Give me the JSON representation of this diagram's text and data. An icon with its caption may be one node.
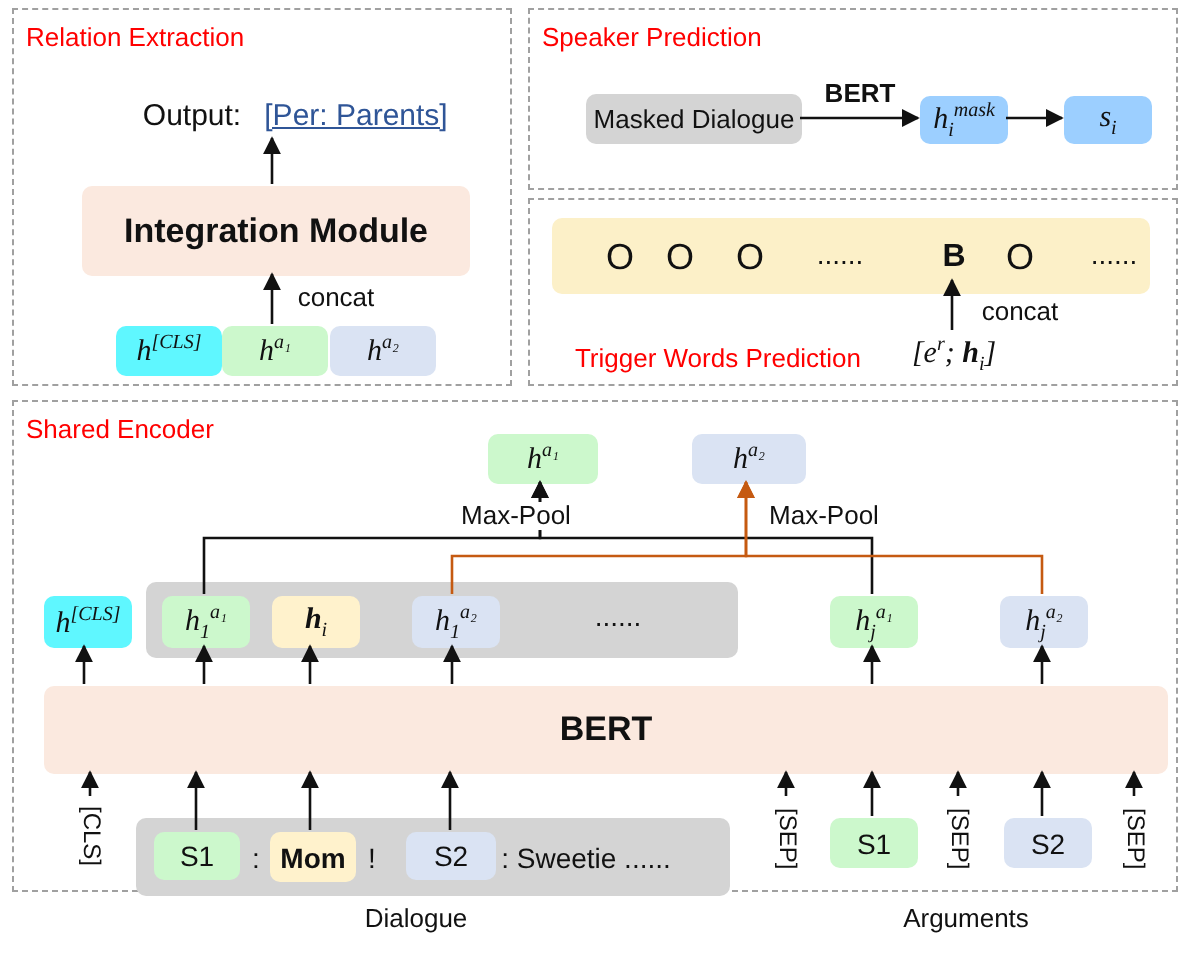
{
  "diagram": {
    "nodes": [
      {
        "text": [
          "Relation Extraction"
        ]
      },
      {
        "text": [
          "Output:",
          "[Per: Parents]"
        ],
        "in": 0
      },
      {
        "text": [
          "Integration Module"
        ],
        "in": 0
      },
      {
        "text": [
          "h$^{[CLS]}$"
        ],
        "in": 0
      },
      {
        "text": [
          "h$^{a₁}$"
        ],
        "in": 0
      },
      {
        "text": [
          "h$^{a₂}$"
        ],
        "in": 0
      },
      {
        "text": [
          "Speaker Prediction"
        ]
      },
      {
        "text": [
          "Masked Dialogue"
        ],
        "in": 6
      },
      {
        "text": [
          "h$_{i}$$^{mask}$"
        ],
        "in": 6
      },
      {
        "text": [
          "s$_{i}$"
        ],
        "in": 6
      },
      {
        "text": [
          "Trigger Words Prediction"
        ]
      },
      {
        "text": [
          "O",
          "O",
          "O",
          "......",
          "O",
          "......"
        ],
        "in": 10
      },
      {
        "text": [
          "B"
        ],
        "in": 11
      },
      {
        "text": [
          "[e$^{r}$; **h**$_{i}$]"
        ],
        "in": 10
      },
      {
        "text": [
          "Shared Encoder"
        ]
      },
      {
        "text": [
          "h$^{a₁}$"
        ],
        "in": 14
      },
      {
        "text": [
          "h$^{a₂}$"
        ],
        "in": 14
      },
      {
        "text": [
          "h$^{[CLS]}$"
        ],
        "in": 14
      },
      {
        "text": [
          "......"
        ],
        "in": 14
      },
      {
        "text": [
          "h$_{1}$$^{a₁}$"
        ],
        "in": 18
      },
      {
        "text": [
          "**h**$_{i}$"
        ],
        "in": 18
      },
      {
        "text": [
          "h$_{1}$$^{a₂}$"
        ],
        "in": 18
      },
      {
        "text": [
          "h$_{j}$$^{a₁}$"
        ],
        "in": 14
      },
      {
        "text": [
          "h$_{j}$$^{a₂}$"
        ],
        "in": 14
      },
      {
        "text": [
          "BERT"
        ],
        "in": 14
      },
      {
        "text": [
          "[CLS]"
        ],
        "in": 14
      },
      {
        "text": [
          ":",
          "!",
          ": Sweetie ......"
        ],
        "in": 14,
        "beside": [
          "Dialogue"
        ]
      },
      {
        "text": [
          "S1"
        ],
        "in": 26
      },
      {
        "text": [
          "Mom"
        ],
        "in": 26
      },
      {
        "text": [
          "S2"
        ],
        "in": 26
      },
      {
        "text": [
          "[SEP]"
        ],
        "in": 14
      },
      {
        "text": [
          "S1"
        ],
        "in": 14
      },
      {
        "text": [
          "[SEP]"
        ],
        "in": 14
      },
      {
        "text": [
          "S2"
        ],
        "in": 14
      },
      {
        "text": [
          "[SEP]"
        ],
        "in": 14
      }
    ],
    "edges": [
      {
        "from": 2,
        "to": 1,
        "arrow": "to"
      },
      {
        "from": 4,
        "to": 2,
        "arrow": "to",
        "label": "concat"
      },
      {
        "from": 7,
        "to": 8,
        "arrow": "to",
        "label": "BERT"
      },
      {
        "from": 8,
        "to": 9,
        "arrow": "to"
      },
      {
        "from": 13,
        "to": 12,
        "arrow": "to",
        "label": "concat"
      },
      {
        "from": 24,
        "to": 17,
        "arrow": "to"
      },
      {
        "from": 24,
        "to": 19,
        "arrow": "to"
      },
      {
        "from": 24,
        "to": 20,
        "arrow": "to"
      },
      {
        "from": 24,
        "to": 21,
        "arrow": "to"
      },
      {
        "from": 24,
        "to": 22,
        "arrow": "to"
      },
      {
        "from": 24,
        "to": 23,
        "arrow": "to"
      },
      {
        "from": 19,
        "to": 15,
        "arrow": "to",
        "label": "Max-Pool"
      },
      {
        "from": 22,
        "to": 15,
        "arrow": "to"
      },
      {
        "from": 21,
        "to": 16,
        "arrow": "to",
        "label": "Max-Pool",
        "color": "#c55a11"
      },
      {
        "from": 23,
        "to": 16,
        "arrow": "to",
        "color": "#c55a11"
      },
      {
        "from": 25,
        "to": 24,
        "arrow": "to"
      },
      {
        "from": 27,
        "to": 24,
        "arrow": "to"
      },
      {
        "from": 28,
        "to": 24,
        "arrow": "to"
      },
      {
        "from": 29,
        "to": 24,
        "arrow": "to"
      },
      {
        "from": 30,
        "to": 24,
        "arrow": "to"
      },
      {
        "from": 31,
        "to": 24,
        "arrow": "to"
      },
      {
        "from": 32,
        "to": 24,
        "arrow": "to"
      },
      {
        "from": 33,
        "to": 24,
        "arrow": "to"
      },
      {
        "from": 34,
        "to": 24,
        "arrow": "to"
      }
    ],
    "labels": [
      "Arguments"
    ]
  }
}
